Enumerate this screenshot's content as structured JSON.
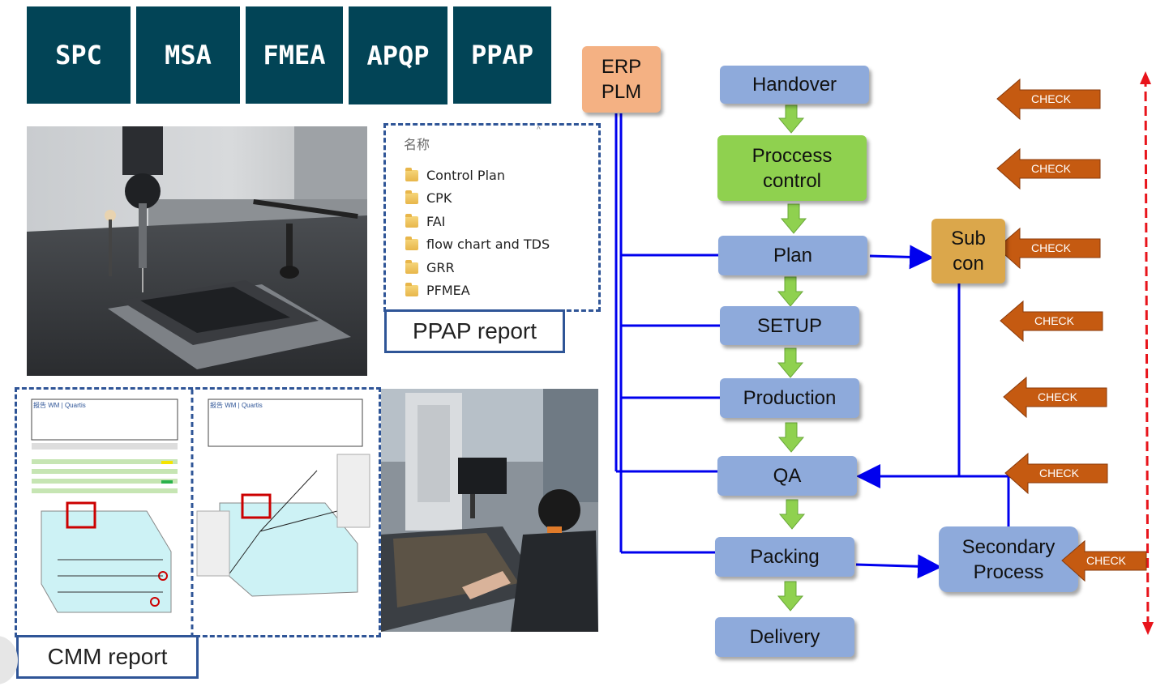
{
  "tiles": [
    "SPC",
    "MSA",
    "FMEA",
    "APQP",
    "PPAP"
  ],
  "flow": {
    "erp": [
      "ERP",
      "PLM"
    ],
    "handover": "Handover",
    "process_control": [
      "Proccess",
      "control"
    ],
    "plan": "Plan",
    "setup": "SETUP",
    "production": "Production",
    "qa": "QA",
    "packing": "Packing",
    "delivery": "Delivery",
    "subcon": [
      "Sub",
      "con"
    ],
    "secondary": [
      "Secondary",
      "Process"
    ],
    "check": "CHECK"
  },
  "folder_list": {
    "header": "名称",
    "items": [
      "Control Plan",
      "CPK",
      "FAI",
      "flow chart and TDS",
      "GRR",
      "PFMEA"
    ]
  },
  "labels": {
    "ppap_report": "PPAP report",
    "cmm_report": "CMM report"
  },
  "report_header": "报告 WM | Quartis",
  "colors": {
    "tile": "#024456",
    "flow_box": "#8eaadb",
    "process_control": "#8fd14f",
    "erp": "#f4b183",
    "subcon": "#dba74b",
    "connector": "#0000ee",
    "check_arrow": "#c55a11",
    "down_arrow": "#8fd14f",
    "dashed_axis": "#e8141b"
  }
}
